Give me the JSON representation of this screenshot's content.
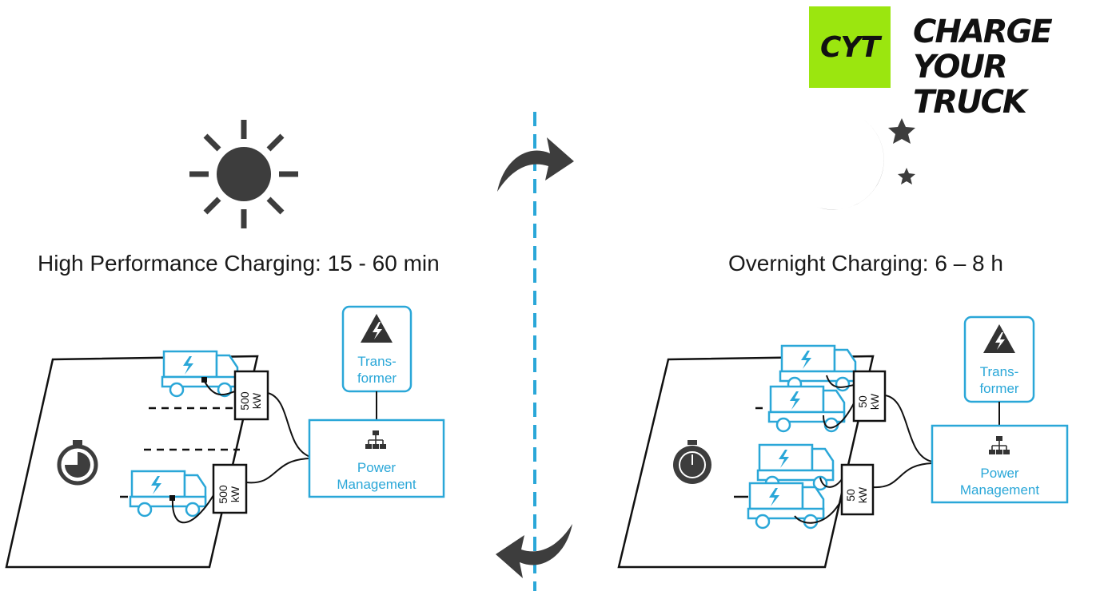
{
  "logo": {
    "abbr": "CYT",
    "line1": "CHARGE",
    "line2": "YOUR TRUCK",
    "color": "#9be60f"
  },
  "left": {
    "caption": "High Performance Charging: 15 - 60 min",
    "transformer": {
      "line1": "Trans-",
      "line2": "former"
    },
    "power_management": {
      "line1": "Power",
      "line2": "Management"
    },
    "charger_top": {
      "value": "500",
      "unit": "kW"
    },
    "charger_bottom": {
      "value": "500",
      "unit": "kW"
    }
  },
  "right": {
    "caption": "Overnight Charging: 6 – 8 h",
    "transformer": {
      "line1": "Trans-",
      "line2": "former"
    },
    "power_management": {
      "line1": "Power",
      "line2": "Management"
    },
    "charger_top": {
      "value": "50",
      "unit": "kW"
    },
    "charger_bottom": {
      "value": "50",
      "unit": "kW"
    }
  },
  "colors": {
    "accent": "#2aa7d8",
    "icon": "#3d3d3d",
    "divider": "#2aa7d8"
  }
}
